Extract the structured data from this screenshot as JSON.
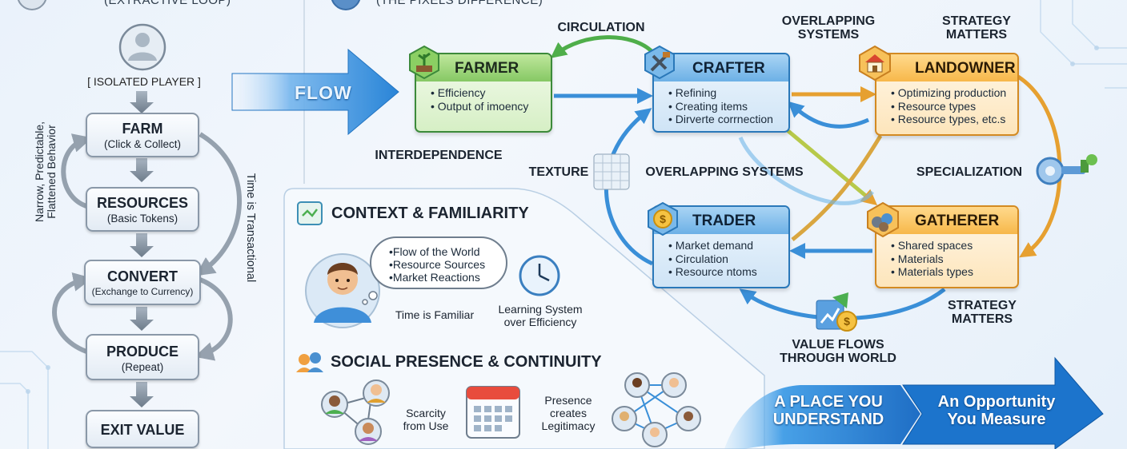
{
  "header": {
    "left_subtitle": "(EXTRACTIVE LOOP)",
    "right_subtitle": "(THE PIXELS DIFFERENCE)"
  },
  "left_loop": {
    "player_label": "[ ISOLATED PLAYER ]",
    "steps": [
      {
        "title": "FARM",
        "sub": "(Click & Collect)"
      },
      {
        "title": "RESOURCES",
        "sub": "(Basic Tokens)"
      },
      {
        "title": "CONVERT",
        "sub": "(Exchange to Currency)"
      },
      {
        "title": "PRODUCE",
        "sub": "(Repeat)"
      },
      {
        "title": "EXIT VALUE",
        "sub": ""
      }
    ],
    "side_left": "Narrow, Predictable, Flattened Behavior",
    "side_right": "Time is Transactional"
  },
  "flow_label": "FLOW",
  "roles": {
    "farmer": {
      "title": "FARMER",
      "items": [
        "Efficiency",
        "Output of imoency"
      ]
    },
    "crafter": {
      "title": "CRAFTER",
      "items": [
        "Refining",
        "Creating items",
        "Dirverte corrnection"
      ]
    },
    "landowner": {
      "title": "LANDOWNER",
      "items": [
        "Optimizing production",
        "Resource types",
        "Resource types, etc.s"
      ]
    },
    "trader": {
      "title": "TRADER",
      "items": [
        "Market demand",
        "Circulation",
        "Resource ntoms"
      ]
    },
    "gatherer": {
      "title": "GATHERER",
      "items": [
        "Shared spaces",
        "Materials",
        "Materials types"
      ]
    }
  },
  "labels": {
    "circulation": "CIRCULATION",
    "overlapping_top": "OVERLAPPING SYSTEMS",
    "strategy_top": "STRATEGY MATTERS",
    "interdependence": "INTERDEPENDENCE",
    "texture": "TEXTURE",
    "overlapping_mid": "OVERLAPPING SYSTEMS",
    "specialization": "SPECIALIZATION",
    "strategy_bottom": "STRATEGY MATTERS",
    "value_flows": "VALUE FLOWS THROUGH WORLD"
  },
  "context": {
    "title": "CONTEXT & FAMILIARITY",
    "thoughts": [
      "Flow of the World",
      "Resource Sources",
      "Market Reactions"
    ],
    "time_label": "Time is Familiar",
    "learning_label": "Learning System over Efficiency"
  },
  "social": {
    "title": "SOCIAL PRESENCE & CONTINUITY",
    "scarcity": "Scarcity from Use",
    "presence": "Presence creates Legitimacy"
  },
  "banner": {
    "left": "A PLACE YOU UNDERSTAND",
    "right": "An Opportunity You Measure"
  },
  "colors": {
    "accent_blue": "#2f86d6",
    "farmer_green": "#86c864",
    "gold": "#f7b84a"
  }
}
